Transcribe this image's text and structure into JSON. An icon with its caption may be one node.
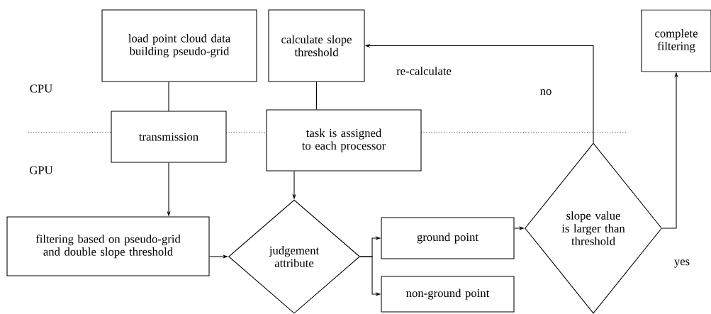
{
  "diagram": {
    "nodes": [
      {
        "text": [
          "load point cloud data building pseudo-grid"
        ]
      },
      {
        "text": [
          "calculate slope threshold"
        ]
      },
      {
        "text": [
          "complete filtering"
        ]
      },
      {
        "text": [
          "transmission"
        ]
      },
      {
        "text": [
          "task is assigned to each processor"
        ]
      },
      {
        "text": [
          "filtering based on pseudo-grid and double slope threshold"
        ]
      },
      {
        "text": [
          "judgement attribute"
        ]
      },
      {
        "text": [
          "ground point"
        ]
      },
      {
        "text": [
          "non-ground point"
        ]
      },
      {
        "text": [
          "slope value is larger than threshold"
        ]
      }
    ],
    "edges": [
      {
        "from": 0,
        "to": 3,
        "arrow": "none"
      },
      {
        "from": 1,
        "to": 4,
        "arrow": "none"
      },
      {
        "from": 3,
        "to": 5,
        "arrow": "to"
      },
      {
        "from": 4,
        "to": 6,
        "arrow": "to"
      },
      {
        "from": 5,
        "to": 6,
        "arrow": "to"
      },
      {
        "from": 6,
        "to": 7,
        "arrow": "to"
      },
      {
        "from": 6,
        "to": 8,
        "arrow": "to"
      },
      {
        "from": 7,
        "to": 9,
        "arrow": "to"
      },
      {
        "from": 9,
        "to": 1,
        "arrow": "to",
        "label": "no"
      },
      {
        "from": 9,
        "to": 2,
        "arrow": "to",
        "label": "yes"
      }
    ],
    "labels": [
      "CPU",
      "GPU",
      "re-calculate"
    ]
  }
}
